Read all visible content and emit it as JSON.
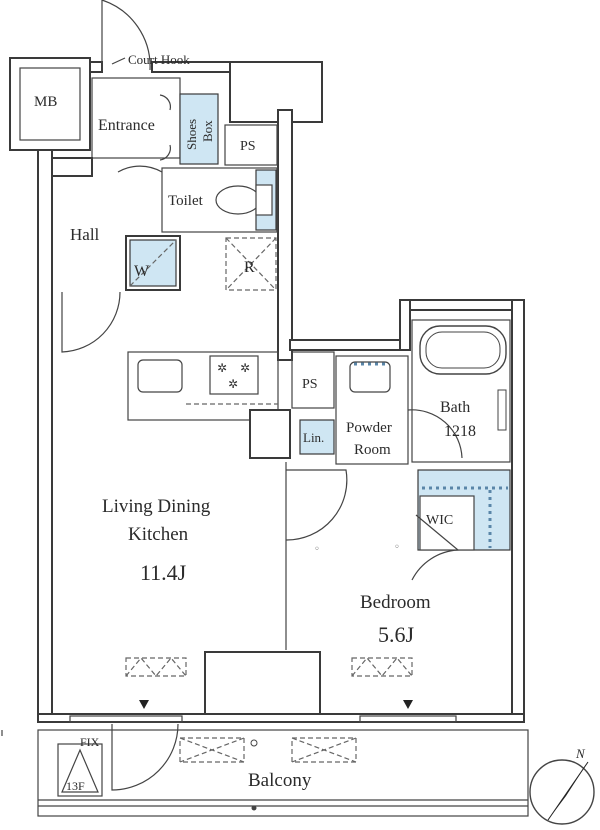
{
  "rooms": {
    "mb": "MB",
    "court_hook": "Court Hook",
    "entrance": "Entrance",
    "shoes_box_line1": "Shoes",
    "shoes_box_line2": "Box",
    "ps_top": "PS",
    "toilet": "Toilet",
    "hall": "Hall",
    "w": "W",
    "r": "R",
    "ps_mid": "PS",
    "lin": "Lin.",
    "powder_line1": "Powder",
    "powder_line2": "Room",
    "bath": "Bath",
    "bath_size": "1218",
    "wic": "WIC",
    "ldk_line1": "Living Dining",
    "ldk_line2": "Kitchen",
    "ldk_size": "11.4J",
    "bedroom": "Bedroom",
    "bedroom_size": "5.6J",
    "balcony": "Balcony",
    "fix": "FIX",
    "floor": "13F",
    "north": "N"
  }
}
